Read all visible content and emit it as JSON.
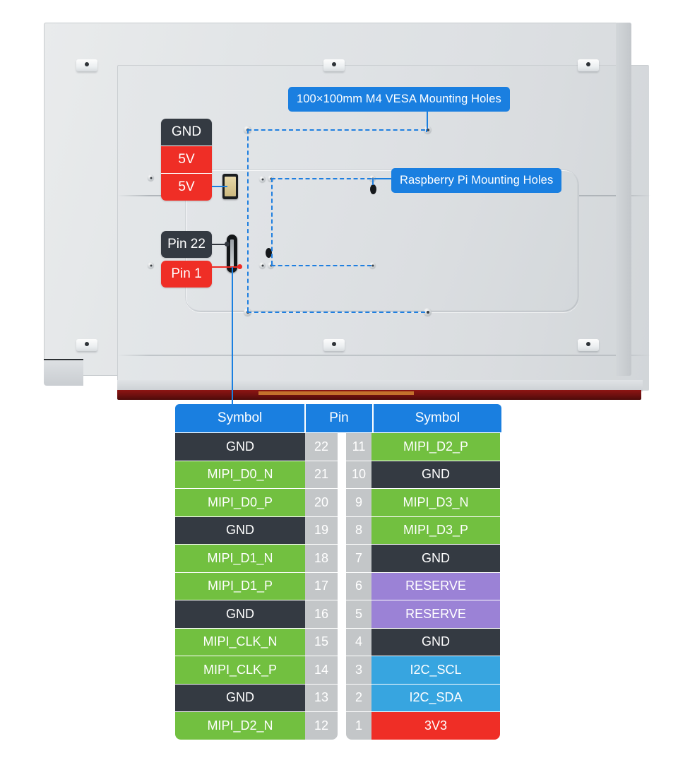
{
  "photo": {
    "alt_description": "Rear view of a Raspberry Pi touchscreen monitor back panel",
    "callouts": [
      {
        "id": "vesa",
        "label": "100×100mm M4 VESA Mounting Holes"
      },
      {
        "id": "rpi",
        "label": "Raspberry Pi Mounting Holes"
      }
    ],
    "badges": {
      "power_connector": [
        "GND",
        "5V",
        "5V"
      ],
      "dsi_connector": [
        "Pin 22",
        "Pin 1"
      ]
    },
    "accent_color": "#1a7fe0",
    "red_color": "#ef2e26",
    "dark_color": "#343a42"
  },
  "table": {
    "headers": [
      "Symbol",
      "Pin",
      "Symbol"
    ],
    "colors": {
      "header": "#1a7fe0",
      "gnd": "#343a42",
      "mipi": "#72c040",
      "reserve": "#9b82d6",
      "i2c": "#37a5e0",
      "v33": "#ef2e26",
      "pin_number": "#c3c6c8"
    },
    "rows": [
      {
        "left_symbol": "GND",
        "left_class": "bg-gnd",
        "left_pin": "22",
        "right_pin": "11",
        "right_symbol": "MIPI_D2_P",
        "right_class": "bg-mipi"
      },
      {
        "left_symbol": "MIPI_D0_N",
        "left_class": "bg-mipi",
        "left_pin": "21",
        "right_pin": "10",
        "right_symbol": "GND",
        "right_class": "bg-gnd"
      },
      {
        "left_symbol": "MIPI_D0_P",
        "left_class": "bg-mipi",
        "left_pin": "20",
        "right_pin": "9",
        "right_symbol": "MIPI_D3_N",
        "right_class": "bg-mipi"
      },
      {
        "left_symbol": "GND",
        "left_class": "bg-gnd",
        "left_pin": "19",
        "right_pin": "8",
        "right_symbol": "MIPI_D3_P",
        "right_class": "bg-mipi"
      },
      {
        "left_symbol": "MIPI_D1_N",
        "left_class": "bg-mipi",
        "left_pin": "18",
        "right_pin": "7",
        "right_symbol": "GND",
        "right_class": "bg-gnd"
      },
      {
        "left_symbol": "MIPI_D1_P",
        "left_class": "bg-mipi",
        "left_pin": "17",
        "right_pin": "6",
        "right_symbol": "RESERVE",
        "right_class": "bg-res"
      },
      {
        "left_symbol": "GND",
        "left_class": "bg-gnd",
        "left_pin": "16",
        "right_pin": "5",
        "right_symbol": "RESERVE",
        "right_class": "bg-res"
      },
      {
        "left_symbol": "MIPI_CLK_N",
        "left_class": "bg-mipi",
        "left_pin": "15",
        "right_pin": "4",
        "right_symbol": "GND",
        "right_class": "bg-gnd"
      },
      {
        "left_symbol": "MIPI_CLK_P",
        "left_class": "bg-mipi",
        "left_pin": "14",
        "right_pin": "3",
        "right_symbol": "I2C_SCL",
        "right_class": "bg-i2c"
      },
      {
        "left_symbol": "GND",
        "left_class": "bg-gnd",
        "left_pin": "13",
        "right_pin": "2",
        "right_symbol": "I2C_SDA",
        "right_class": "bg-i2c"
      },
      {
        "left_symbol": "MIPI_D2_N",
        "left_class": "bg-mipi",
        "left_pin": "12",
        "right_pin": "1",
        "right_symbol": "3V3",
        "right_class": "bg-v33"
      }
    ]
  }
}
